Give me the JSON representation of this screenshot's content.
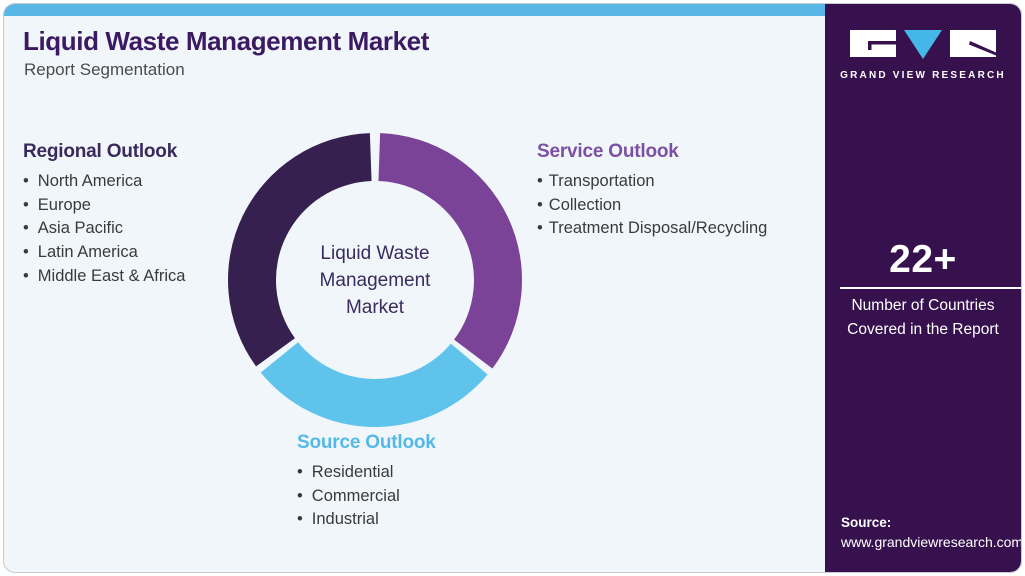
{
  "page": {
    "title": "Liquid Waste Management Market",
    "subtitle": "Report Segmentation"
  },
  "colors": {
    "topbar_blue": "#58b7e5",
    "card_background": "#f1f6fa",
    "title_purple": "#3c1a63",
    "regional_heading": "#3a2a5c",
    "service_heading": "#7c50a3",
    "source_heading": "#55b9e7",
    "sidebar_background": "#36114e",
    "donut_dark": "#36204f",
    "donut_purple": "#7a4397",
    "donut_blue": "#5fc3ec",
    "logo_triangle_blue": "#45b6e8"
  },
  "sections": {
    "regional": {
      "heading": "Regional Outlook",
      "items": [
        "North America",
        "Europe",
        "Asia Pacific",
        "Latin America",
        "Middle East & Africa"
      ]
    },
    "service": {
      "heading": "Service Outlook",
      "items": [
        "Transportation",
        "Collection",
        "Treatment Disposal/Recycling"
      ]
    },
    "source": {
      "heading": "Source Outlook",
      "items": [
        "Residential",
        "Commercial",
        "Industrial"
      ]
    }
  },
  "chart_data": {
    "type": "pie",
    "variant": "donut",
    "title": "Liquid Waste Management Market Report Segmentation",
    "center_label_lines": [
      "Liquid Waste",
      "Management",
      "Market"
    ],
    "legend_position": "none",
    "outer_radius_px": 147,
    "inner_radius_px": 99,
    "segments": [
      {
        "section": "service",
        "label": "Service Outlook",
        "color": "#7a4397",
        "start_deg": 2,
        "end_deg": 127
      },
      {
        "section": "source",
        "label": "Source Outlook",
        "color": "#5fc3ec",
        "start_deg": 130,
        "end_deg": 231
      },
      {
        "section": "regional",
        "label": "Regional Outlook",
        "color": "#36204f",
        "start_deg": 234,
        "end_deg": 358
      }
    ]
  },
  "sidebar": {
    "logo_text": "GRAND VIEW RESEARCH",
    "stat_value": "22+",
    "stat_label_line1": "Number of Countries",
    "stat_label_line2": "Covered in the Report",
    "source_label": "Source:",
    "source_url": "www.grandviewresearch.com"
  }
}
